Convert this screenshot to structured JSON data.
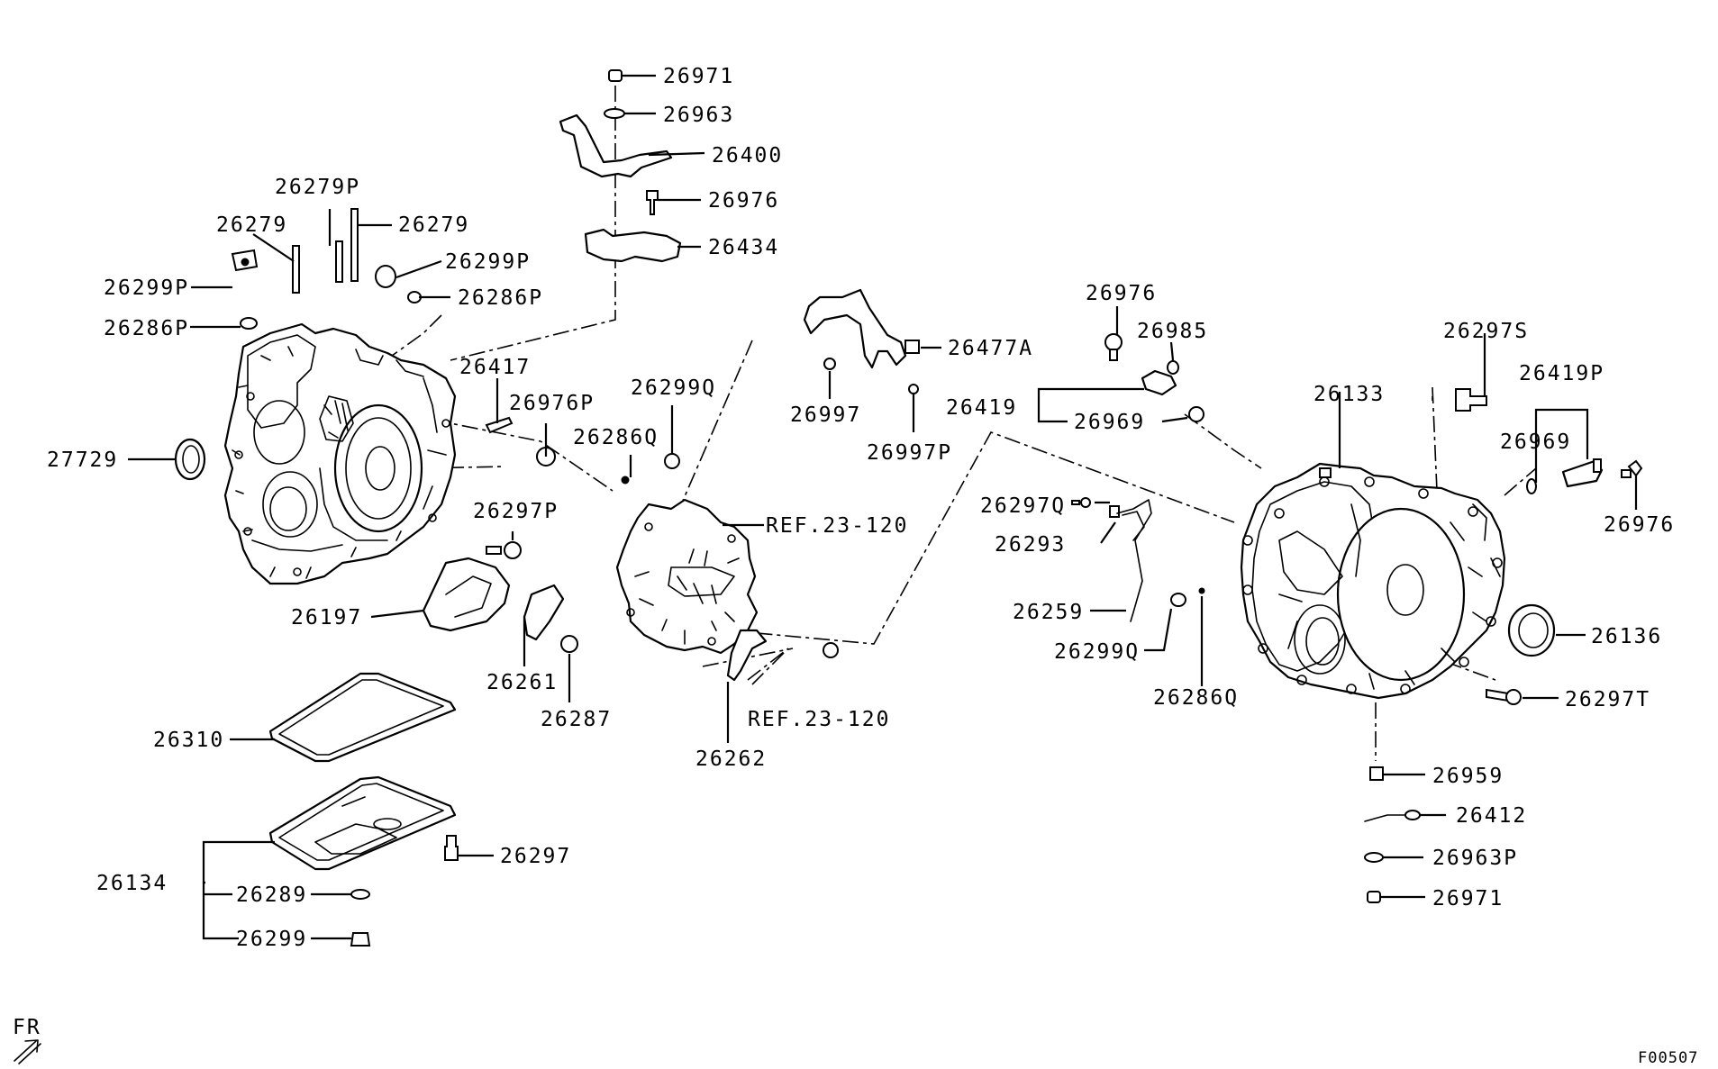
{
  "diagram": {
    "part_labels": [
      "26971",
      "26963",
      "26400",
      "26976",
      "26434",
      "26279P",
      "26279",
      "26279",
      "26299P",
      "26299P",
      "26286P",
      "26286P",
      "26417",
      "26976P",
      "27729",
      "26286Q",
      "26299Q",
      "26297P",
      "26197",
      "26261",
      "26287",
      "26310",
      "26134",
      "26297",
      "26289",
      "26299",
      "26477A",
      "26997",
      "26997P",
      "REF.23-120",
      "REF.23-120",
      "26262",
      "26976",
      "26985",
      "26419",
      "26969",
      "26297Q",
      "26293",
      "26259",
      "26299Q",
      "26286Q",
      "26133",
      "26297S",
      "26419P",
      "26969",
      "26976",
      "26136",
      "26297T",
      "26959",
      "26412",
      "26963P",
      "26971"
    ],
    "orientation_label": "FR",
    "figure_code": "F00507"
  }
}
